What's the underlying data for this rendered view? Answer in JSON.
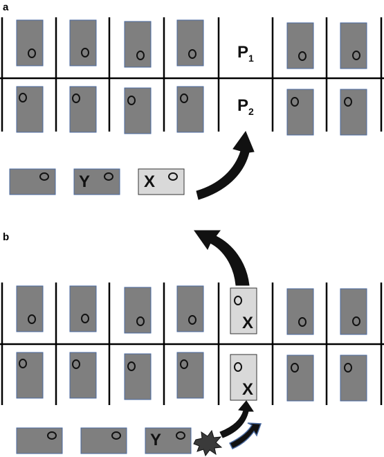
{
  "panels": {
    "a": {
      "label": "a"
    },
    "b": {
      "label": "b"
    }
  },
  "labels": {
    "p1_base": "P",
    "p1_sub": "1",
    "p2_base": "P",
    "p2_sub": "2",
    "x": "X",
    "y": "Y"
  },
  "colors": {
    "block_fill": "#7f7f7f",
    "block_stroke": "#4a6aa0",
    "light_block_fill": "#d9d9d9",
    "light_block_stroke": "#333333",
    "line": "#000000",
    "arrow": "#111111",
    "burst": "#3a3a3a"
  },
  "icons": {
    "curved_arrow": "curved-arrow-icon",
    "double_arrow": "double-arrow-icon",
    "burst": "burst-icon"
  }
}
